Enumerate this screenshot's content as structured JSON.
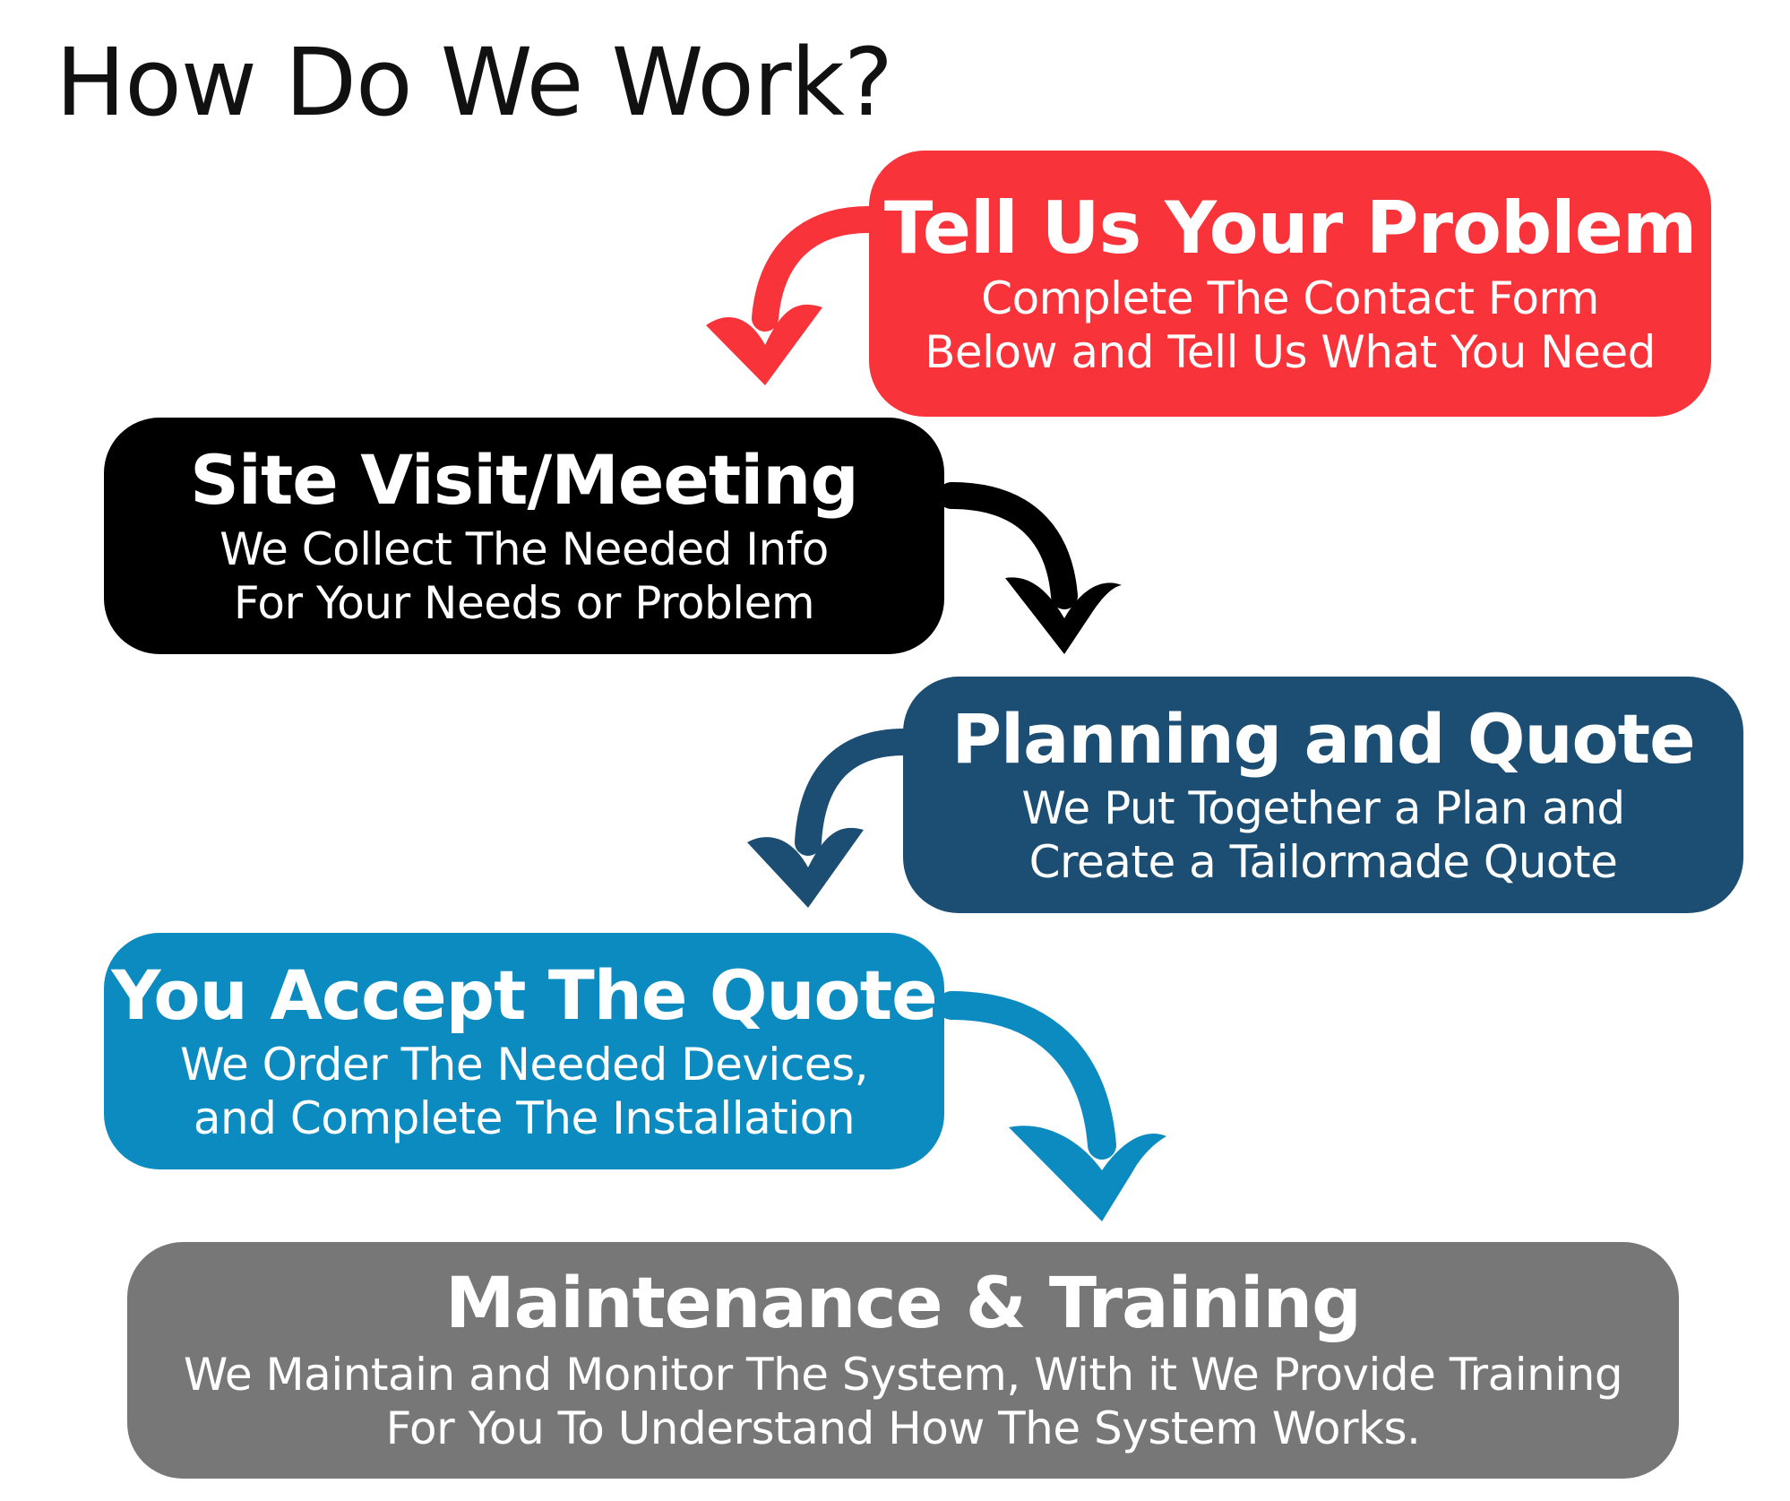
{
  "page": {
    "title": "How Do We Work?"
  },
  "steps": [
    {
      "title": "Tell Us Your Problem",
      "desc_lines": [
        "Complete The Contact Form",
        "Below and Tell Us What You Need"
      ],
      "color": "#f8333a"
    },
    {
      "title": "Site Visit/Meeting",
      "desc_lines": [
        "We Collect The Needed Info",
        "For Your Needs or Problem"
      ],
      "color": "#000000"
    },
    {
      "title": "Planning and Quote",
      "desc_lines": [
        "We Put Together a Plan and",
        "Create a Tailormade Quote"
      ],
      "color": "#1b4e72"
    },
    {
      "title": "You Accept The Quote",
      "desc_lines": [
        "We Order The Needed Devices,",
        "and Complete The Installation"
      ],
      "color": "#0c8bc0"
    },
    {
      "title": "Maintenance & Training",
      "desc_lines": [
        "We Maintain and Monitor The System, With it We Provide Training",
        "For You To Understand How The System Works."
      ],
      "color": "#777777"
    }
  ],
  "arrows": [
    {
      "icon": "curved-arrow-down-left-icon",
      "color": "#f8333a"
    },
    {
      "icon": "curved-arrow-down-right-icon",
      "color": "#000000"
    },
    {
      "icon": "curved-arrow-down-left-icon",
      "color": "#1b4e72"
    },
    {
      "icon": "curved-arrow-down-right-icon",
      "color": "#0c8bc0"
    }
  ]
}
